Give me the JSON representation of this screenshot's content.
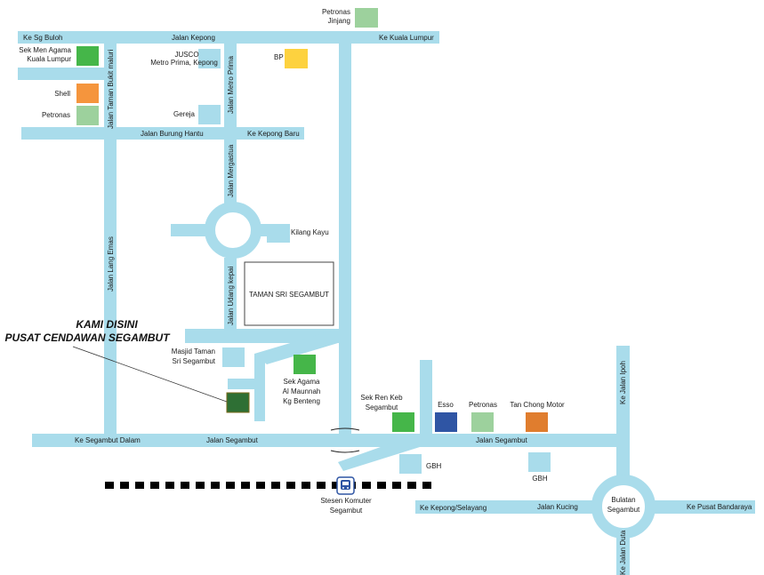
{
  "roads": {
    "ke_sg_buloh": "Ke Sg Buloh",
    "jalan_kepong": "Jalan Kepong",
    "ke_kuala_lumpur": "Ke Kuala Lumpur",
    "jalan_taman_bukit_maluri": "Jalan Taman Bukit maluri",
    "jalan_metro_prima": "Jalan Metro Prima",
    "jalan_burung_hantu": "Jalan Burung Hantu",
    "ke_kepong_baru": "Ke Kepong Baru",
    "jalan_mergastua": "Jalan Mergastua",
    "jalan_lang_emas": "Jalan Lang Emas",
    "jalan_udang_kepai": "Jalan Udang kepai",
    "ke_segambut_dalam": "Ke Segambut Dalam",
    "jalan_segambut_left": "Jalan Segambut",
    "jalan_segambut_right": "Jalan Segambut",
    "ke_jalan_ipoh": "Ke Jalan Ipoh",
    "ke_kepong_selayang": "Ke Kepong/Selayang",
    "jalan_kucing": "Jalan Kucing",
    "ke_pusat_bandaraya": "Ke Pusat Bandaraya",
    "ke_jalan_duta": "Ke Jalan Duta"
  },
  "places": {
    "petronas_jinjang": [
      "Petronas",
      "Jinjang"
    ],
    "sek_men_agama": [
      "Sek Men Agama",
      "Kuala Lumpur"
    ],
    "jusco": [
      "JUSCO",
      "Metro Prima, Kepong"
    ],
    "bp": "BP",
    "shell": "Shell",
    "petronas_left": "Petronas",
    "gereja": "Gereja",
    "kilang_kayu": "Kilang Kayu",
    "taman_sri_segambut": "TAMAN SRI SEGAMBUT",
    "masjid": [
      "Masjid Taman",
      "Sri Segambut"
    ],
    "sek_agama_al_maunnah": [
      "Sek Agama",
      "Al Maunnah",
      "Kg Benteng"
    ],
    "sek_ren_keb": [
      "Sek Ren Keb",
      "Segambut"
    ],
    "esso": "Esso",
    "petronas_right": "Petronas",
    "tan_chong": "Tan Chong Motor",
    "gbh_1": "GBH",
    "gbh_2": "GBH",
    "stesen_komuter": [
      "Stesen Komuter",
      "Segambut"
    ],
    "bulatan_segambut": [
      "Bulatan",
      "Segambut"
    ]
  },
  "callout": {
    "line1": "KAMI DISINI",
    "line2": "PUSAT CENDAWAN SEGAMBUT"
  },
  "colors": {
    "road": "#a9dceb",
    "petronas": "#9dd19d",
    "school": "#45b649",
    "bp": "#fdd23f",
    "shell": "#f5953d",
    "esso": "#2f55a4",
    "tan_chong": "#e07d2e",
    "here": "#2e6f34",
    "landmark": "#a9dceb",
    "railway": "#000000"
  },
  "icons": {
    "train": "train-icon"
  }
}
